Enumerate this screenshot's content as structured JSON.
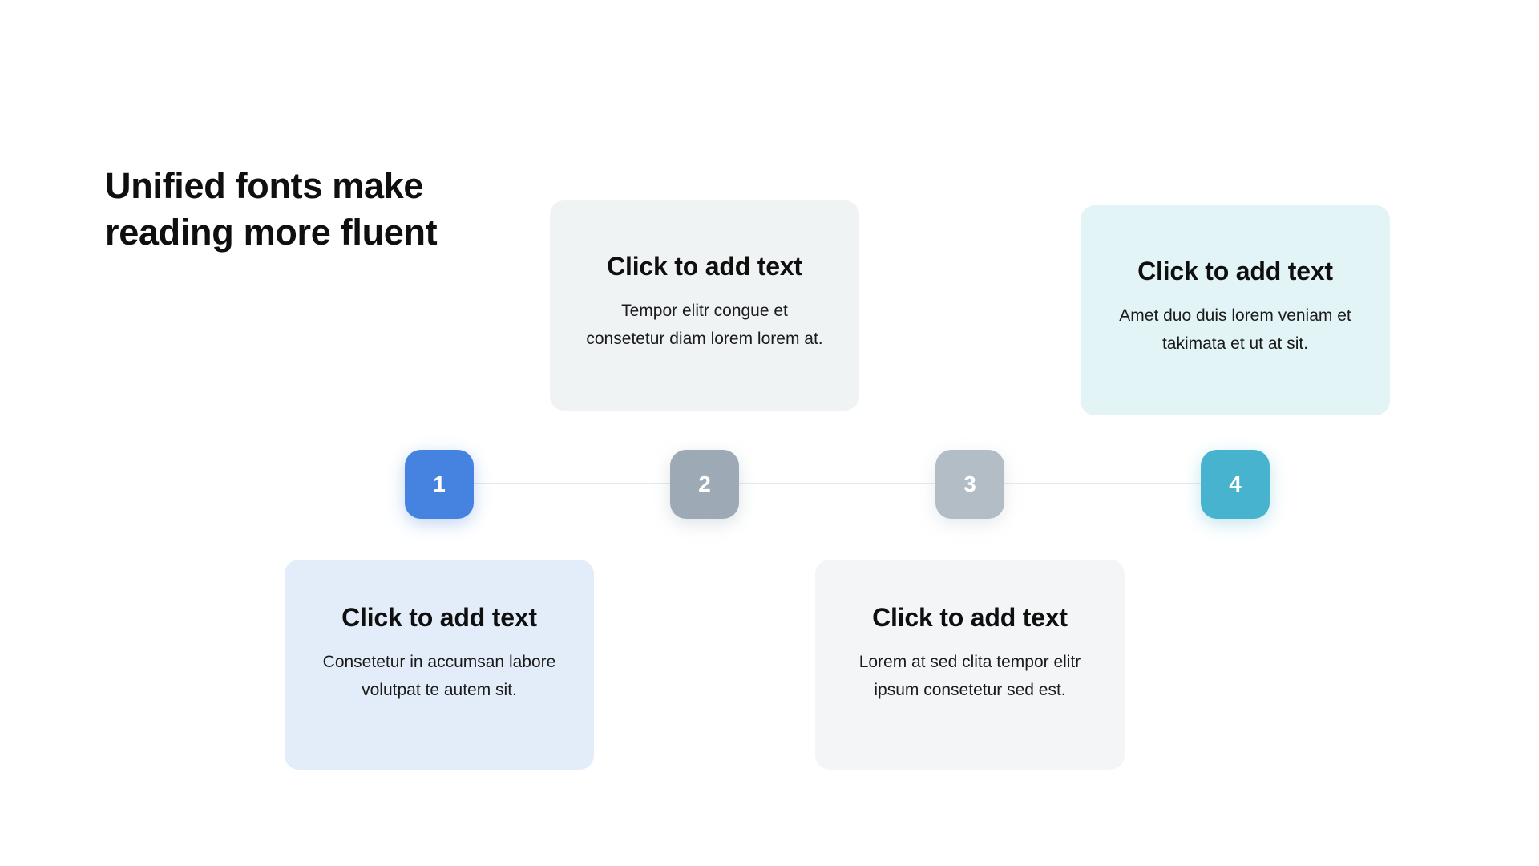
{
  "slide": {
    "title": "Unified fonts make reading more fluent"
  },
  "steps": [
    {
      "number": "1",
      "color": "#4682DF",
      "card_title": "Click to add text",
      "card_body": "Consetetur in accumsan labore volutpat te autem sit.",
      "card_background": "#E3EDF9"
    },
    {
      "number": "2",
      "color": "#9DAAB5",
      "card_title": "Click to add text",
      "card_body": "Tempor elitr congue et consetetur diam lorem lorem at.",
      "card_background": "#EFF3F4"
    },
    {
      "number": "3",
      "color": "#B3BDC6",
      "card_title": "Click to add text",
      "card_body": "Lorem at sed clita tempor elitr ipsum consetetur sed est.",
      "card_background": "#F3F5F7"
    },
    {
      "number": "4",
      "color": "#47B3CF",
      "card_title": "Click to add text",
      "card_body": "Amet duo duis lorem veniam et takimata et ut at sit.",
      "card_background": "#E2F4F6"
    }
  ]
}
